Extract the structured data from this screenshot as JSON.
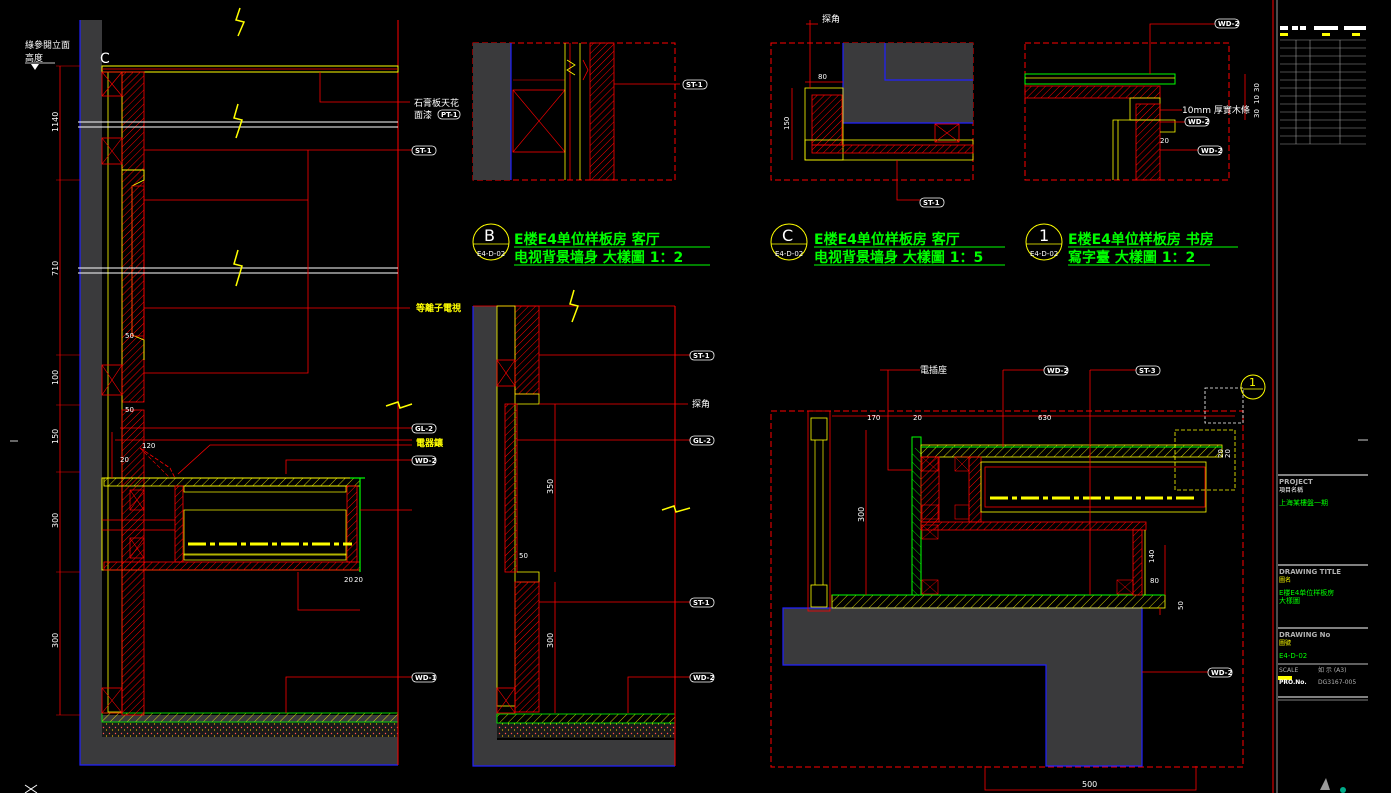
{
  "colors": {
    "background": "#000000",
    "red": "#ff0000",
    "yellow": "#ffff00",
    "green": "#00ff00",
    "white": "#ffffff",
    "blue": "#2020ff",
    "wall": "#3a3a3c",
    "grey": "#9a9a9a"
  },
  "main_elevation": {
    "ref_note_line1": "綠參閱立面",
    "ref_note_line2": "高度",
    "dims": [
      "1140",
      "710",
      "100",
      "150",
      "300",
      "300"
    ],
    "small_dims": [
      "50",
      "50",
      "120",
      "20",
      "20",
      "20"
    ],
    "callouts": {
      "gypsum_line1": "石膏板天花",
      "gypsum_line2": "面漆",
      "gypsum_tag": "PT-1",
      "st1": "ST-1",
      "tv": "等離子電視",
      "gl2": "GL-2",
      "plinth": "電器鑲",
      "wd2": "WD-2",
      "wd1": "WD-1"
    }
  },
  "detail_b": {
    "tag": "ST-1",
    "symbol_letter": "B",
    "symbol_ref": "E4-D-02",
    "title_line1": "E楼E4单位样板房 客厅",
    "title_line2": "电视背景墙身 大樣圖 1：2"
  },
  "detail_c": {
    "corner_label": "探角",
    "dim_h": "80",
    "dim_v": "150",
    "tag": "ST-1",
    "symbol_letter": "C",
    "symbol_ref": "E4-D-02",
    "title_line1": "E楼E4单位样板房 客厅",
    "title_line2": "电视背景墙身 大樣圖 1：5"
  },
  "detail_1": {
    "tag_top": "WD-2",
    "strip_note": "10mm 厚實木條",
    "tag_mid": "WD-2",
    "tag_bot": "WD-2",
    "dim_small": "20",
    "dims_right": [
      "30",
      "10",
      "30"
    ],
    "symbol_letter": "1",
    "symbol_ref": "E4-D-02",
    "title_line1": "E楼E4单位样板房 书房",
    "title_line2": "寫字臺 大樣圖 1：2"
  },
  "middle_section": {
    "corner_label": "探角",
    "tags": [
      "ST-1",
      "GL-2",
      "ST-1",
      "WD-2"
    ],
    "dims": [
      "350",
      "50",
      "300"
    ]
  },
  "desk_section": {
    "labels": {
      "plinth": "電插座",
      "wd2_a": "WD-2",
      "st3": "ST-3",
      "wd2_b": "WD-2"
    },
    "dims": [
      "170",
      "20",
      "630",
      "20",
      "20",
      "300",
      "140",
      "80",
      "50",
      "500"
    ],
    "symbol_letter": "1"
  },
  "title_block": {
    "project_label": "PROJECT",
    "project_name_1": "項目名稱",
    "project_name_2": "上海某樓盤一期",
    "drawing_title_label": "DRAWING TITLE",
    "drawing_title_cn": "圖名",
    "drawing_title_1": "E楼E4单位样板房",
    "drawing_title_2": "大樣圖",
    "drawing_no_label": "DRAWING No",
    "drawing_no_cn": "圖號",
    "drawing_no": "E4-D-02",
    "scale_label": "SCALE",
    "scale_value": "如 示 (A3)",
    "project_no_label": "PRO.No.",
    "project_no_value": "DG3167-005"
  }
}
